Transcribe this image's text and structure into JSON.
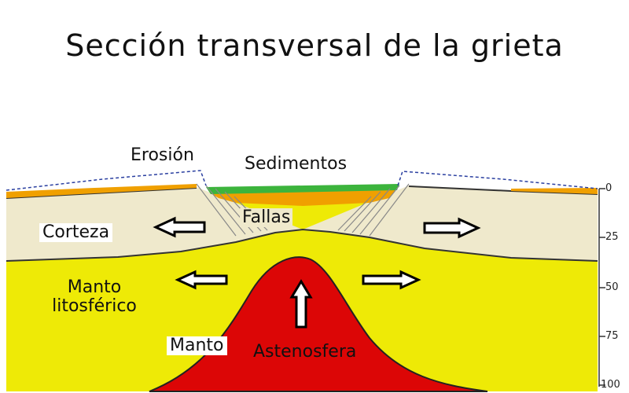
{
  "title": "Sección transversal de la grieta",
  "labels": {
    "erosion": "Erosión",
    "sediments": "Sedimentos",
    "faults": "Fallas",
    "crust": "Corteza",
    "lithospheric_mantle": "Manto litosférico",
    "mantle": "Manto",
    "asthenosphere": "Astenosfera"
  },
  "depth_scale": {
    "ticks": [
      "0",
      "25",
      "50",
      "75",
      "100"
    ]
  },
  "colors": {
    "crust": "#efe9cc",
    "lithospheric_mantle": "#eeea06",
    "asthenosphere": "#dc0606",
    "sediment_green": "#3cb43c",
    "sediment_orange": "#f0a000",
    "erosion_line": "#2a3fa0",
    "faults": "#888888"
  }
}
